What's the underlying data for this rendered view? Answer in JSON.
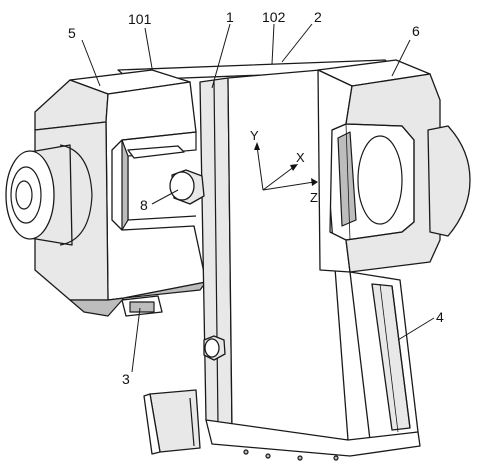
{
  "labels": {
    "l101": "101",
    "l1": "1",
    "l102": "102",
    "l2": "2",
    "l5": "5",
    "l6": "6",
    "l8": "8",
    "l3": "3",
    "l4": "4"
  },
  "axes": {
    "y": "Y",
    "x": "X",
    "z": "Z"
  }
}
